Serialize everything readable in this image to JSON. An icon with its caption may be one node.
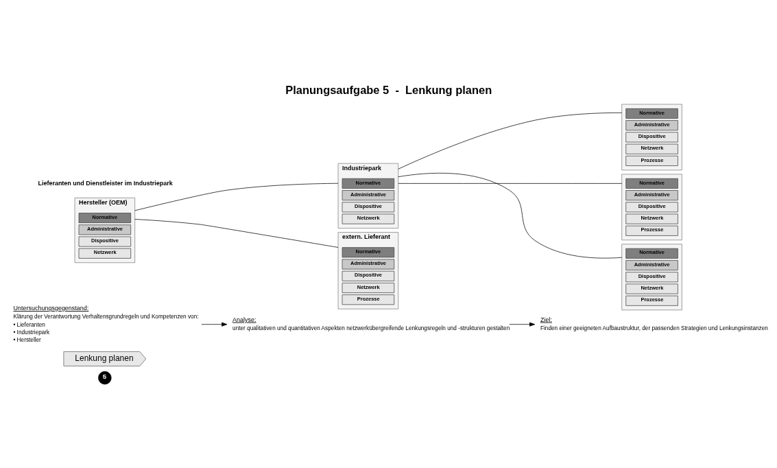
{
  "diagram": {
    "title": "Planungsaufgabe 5  -  Lenkung planen",
    "nodes": [
      {
        "text": [
          "5"
        ]
      },
      {
        "text": [
          "Lenkung planen"
        ]
      },
      {
        "text": [
          "Untersuchungsgegenstand:"
        ],
        "beside": [
          "Klärung der Verantwortung Verhaltensgrundregeln und Kompetenzen von:",
          "• Lieferanten",
          "• Industriepark",
          "• Hersteller"
        ]
      },
      {
        "text": [
          "Analyse:"
        ],
        "beside": [
          "unter qualitativen und quantitativen Aspekten netzwerkübergreifende Lenkungsregeln und -strukturen gestalten"
        ]
      },
      {
        "text": [
          "Ziel:"
        ],
        "beside": [
          "Finden einer geeigneten Aufbaustruktur, der passenden Strategien und Lenkungsinstanzen"
        ]
      },
      {
        "text": [
          "Hersteller (OEM)"
        ]
      },
      {
        "text": [
          "Normative"
        ],
        "in": 5
      },
      {
        "text": [
          "Administrative"
        ],
        "in": 5
      },
      {
        "text": [
          "Dispositive"
        ],
        "in": 5
      },
      {
        "text": [
          "Netzwerk"
        ],
        "in": 5
      },
      {
        "text": [
          "Industriepark"
        ]
      },
      {
        "text": [
          "Normative"
        ],
        "in": 10
      },
      {
        "text": [
          "Administrative"
        ],
        "in": 10
      },
      {
        "text": [
          "Dispositive"
        ],
        "in": 10
      },
      {
        "text": [
          "Netzwerk"
        ],
        "in": 10
      },
      {
        "text": [
          "extern. Lieferant"
        ]
      },
      {
        "text": [
          "Normative"
        ],
        "in": 15
      },
      {
        "text": [
          "Administrative"
        ],
        "in": 15
      },
      {
        "text": [
          "Dispositive"
        ],
        "in": 15
      },
      {
        "text": [
          "Netzwerk"
        ],
        "in": 15
      },
      {
        "text": [
          "Prozesse"
        ],
        "in": 15
      },
      {
        "text": [],
        "shape": "box"
      },
      {
        "text": [
          "Normative"
        ],
        "in": 21
      },
      {
        "text": [
          "Administrative"
        ],
        "in": 21
      },
      {
        "text": [
          "Dispositive"
        ],
        "in": 21
      },
      {
        "text": [
          "Netzwerk"
        ],
        "in": 21
      },
      {
        "text": [
          "Prozesse"
        ],
        "in": 21
      },
      {
        "text": [],
        "shape": "box"
      },
      {
        "text": [
          "Normative"
        ],
        "in": 27
      },
      {
        "text": [
          "Administrative"
        ],
        "in": 27
      },
      {
        "text": [
          "Dispositive"
        ],
        "in": 27
      },
      {
        "text": [
          "Netzwerk"
        ],
        "in": 27
      },
      {
        "text": [
          "Prozesse"
        ],
        "in": 27
      },
      {
        "text": [],
        "shape": "box"
      },
      {
        "text": [
          "Normative"
        ],
        "in": 33
      },
      {
        "text": [
          "Administrative"
        ],
        "in": 33
      },
      {
        "text": [
          "Dispositive"
        ],
        "in": 33
      },
      {
        "text": [
          "Netzwerk"
        ],
        "in": 33
      },
      {
        "text": [
          "Prozesse"
        ],
        "in": 33
      }
    ],
    "edges": [
      {
        "from": 2,
        "to": 3,
        "arrow": "to"
      },
      {
        "from": 3,
        "to": 4,
        "arrow": "to"
      },
      {
        "from": 5,
        "to": 10,
        "arrow": "none"
      },
      {
        "from": 5,
        "to": 15,
        "arrow": "none"
      },
      {
        "from": 10,
        "to": 21,
        "arrow": "none"
      },
      {
        "from": 10,
        "to": 27,
        "arrow": "none"
      },
      {
        "from": 10,
        "to": 33,
        "arrow": "none"
      }
    ],
    "labels": [
      "Lieferanten und Dienstleister im Industriepark"
    ]
  }
}
